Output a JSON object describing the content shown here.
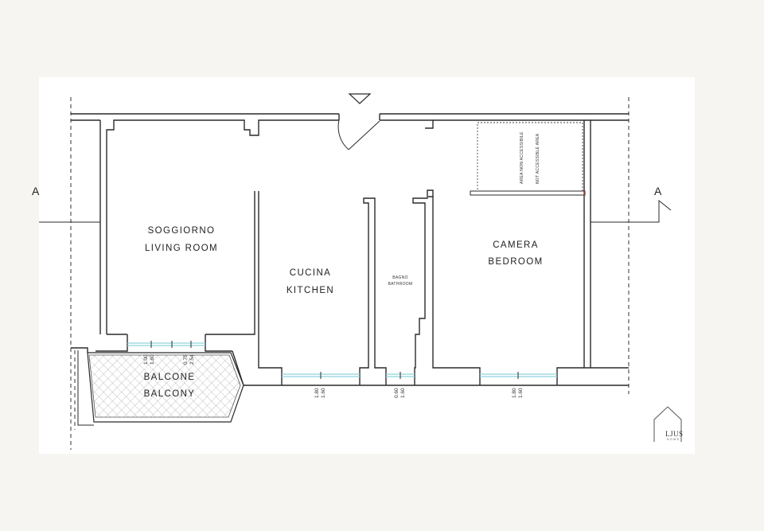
{
  "rooms": {
    "living": {
      "it": "SOGGIORNO",
      "en": "LIVING ROOM"
    },
    "kitchen": {
      "it": "CUCINA",
      "en": "KITCHEN"
    },
    "bathroom": {
      "it": "BAGNO",
      "en": "BATHROOM"
    },
    "bedroom": {
      "it": "CAMERA",
      "en": "BEDROOM"
    },
    "balcony": {
      "it": "BALCONE",
      "en": "BALCONY"
    },
    "restricted": {
      "it": "AREA NON ACCESSIBILE",
      "en": "NOT ACCESSIBLE AREA"
    }
  },
  "section_marks": {
    "left": "A",
    "right": "A"
  },
  "dimensions": {
    "balcony_window_a": [
      "1.00",
      "1.60"
    ],
    "balcony_window_b": [
      "0.75",
      "2.54"
    ],
    "kitchen_window": [
      "1.80",
      "1.60"
    ],
    "bathroom_window": [
      "0.60",
      "1.60"
    ],
    "bedroom_window": [
      "1.80",
      "1.60"
    ]
  },
  "logo": {
    "name": "LJUS",
    "sub": "HOME"
  },
  "colors": {
    "glazing": "#8fd4dc",
    "walls": "#2a2a2a",
    "balcony_hatch": "#888888"
  }
}
